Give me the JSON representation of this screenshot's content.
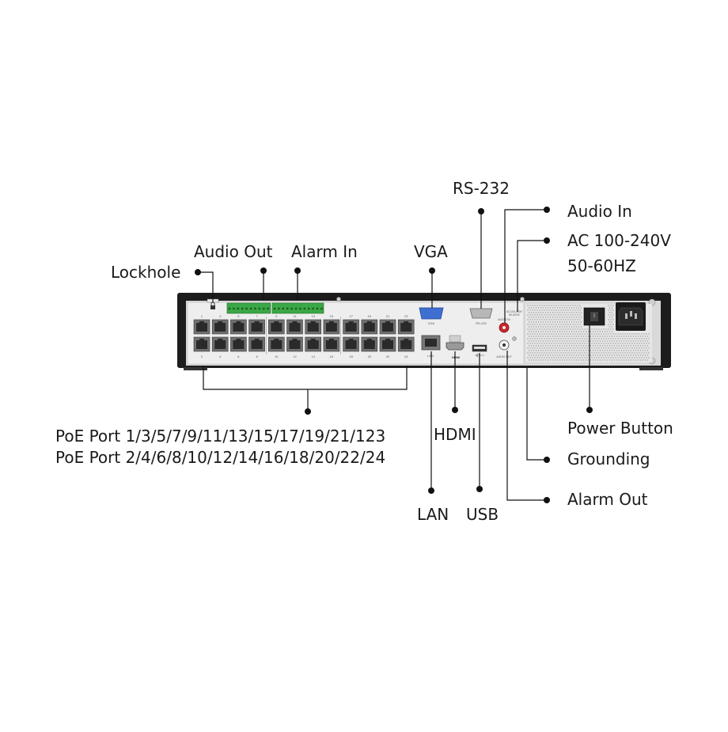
{
  "labels": {
    "lockhole": "Lockhole",
    "audio_out": "Audio Out",
    "alarm_in": "Alarm In",
    "vga": "VGA",
    "rs232": "RS-232",
    "audio_in": "Audio In",
    "ac_power_line1": "AC 100-240V",
    "ac_power_line2": "50-60HZ",
    "poe_odd": "PoE Port 1/3/5/7/9/11/13/15/17/19/21/123",
    "poe_even": "PoE Port 2/4/6/8/10/12/14/16/18/20/22/24",
    "hdmi": "HDMI",
    "lan": "LAN",
    "usb": "USB",
    "power_button": "Power Button",
    "grounding": "Grounding",
    "alarm_out": "Alarm Out"
  },
  "panel": {
    "port_numbers_top": [
      "1",
      "3",
      "5",
      "7",
      "9",
      "11",
      "13",
      "15",
      "17",
      "19",
      "21",
      "23"
    ],
    "port_numbers_bottom": [
      "2",
      "4",
      "6",
      "8",
      "10",
      "12",
      "14",
      "16",
      "18",
      "20",
      "22",
      "24"
    ],
    "vga_print": "VGA",
    "rs232_print": "RS-232",
    "lan_print": "LAN",
    "hdmi_print": "HDMI",
    "audio_in_print": "AUDIO IN",
    "audio_out_print": "AUDIO OUT",
    "ac_print_line1": "AC100-240V",
    "ac_print_line2": "50-60HZ"
  },
  "colors": {
    "chassis": "#1c1c1c",
    "panel": "#eeeeee",
    "terminal_green": "#3aa845",
    "vga_blue": "#3f6fd1",
    "audio_in_red": "#c8262b",
    "leader_line": "#111111"
  }
}
